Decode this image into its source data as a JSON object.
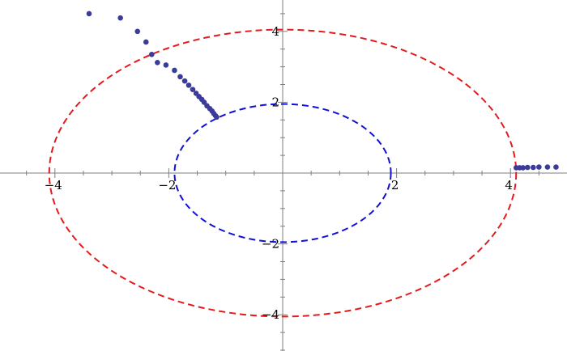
{
  "chart_data": {
    "type": "scatter",
    "title": "",
    "xlabel": "",
    "ylabel": "",
    "xlim": [
      -5.0,
      5.0
    ],
    "ylim": [
      -5.0,
      5.0
    ],
    "grid": false,
    "legend": "none",
    "x_ticks": [
      "-4",
      "-2",
      "2",
      "4"
    ],
    "y_ticks": [
      "4",
      "2",
      "-2",
      "-4"
    ],
    "curves": [
      {
        "shape": "ellipse",
        "center": [
          0,
          0
        ],
        "rx": 4.1,
        "ry": 4.05,
        "color": "#e41a1c",
        "style": "dashed"
      },
      {
        "shape": "ellipse",
        "center": [
          0,
          0
        ],
        "rx": 1.9,
        "ry": 1.95,
        "color": "#1010d8",
        "style": "dashed"
      }
    ],
    "series": [
      {
        "color": "#3b3b9a",
        "points": [
          [
            -3.4,
            4.5
          ],
          [
            -2.85,
            4.38
          ],
          [
            -2.55,
            4.0
          ],
          [
            -2.4,
            3.7
          ],
          [
            -2.3,
            3.35
          ],
          [
            -2.2,
            3.12
          ],
          [
            -2.05,
            3.05
          ],
          [
            -1.9,
            2.9
          ],
          [
            -1.8,
            2.72
          ],
          [
            -1.72,
            2.6
          ],
          [
            -1.65,
            2.48
          ],
          [
            -1.58,
            2.36
          ],
          [
            -1.52,
            2.25
          ],
          [
            -1.47,
            2.16
          ],
          [
            -1.42,
            2.08
          ],
          [
            -1.38,
            2.0
          ],
          [
            -1.33,
            1.9
          ],
          [
            -1.28,
            1.82
          ],
          [
            -1.24,
            1.75
          ],
          [
            -1.21,
            1.68
          ],
          [
            -1.18,
            1.62
          ],
          [
            -1.16,
            1.58
          ]
        ]
      },
      {
        "color": "#3b3b9a",
        "points": [
          [
            4.1,
            0.15
          ],
          [
            4.16,
            0.15
          ],
          [
            4.22,
            0.15
          ],
          [
            4.3,
            0.16
          ],
          [
            4.4,
            0.16
          ],
          [
            4.5,
            0.17
          ],
          [
            4.65,
            0.17
          ],
          [
            4.8,
            0.17
          ]
        ]
      }
    ]
  }
}
